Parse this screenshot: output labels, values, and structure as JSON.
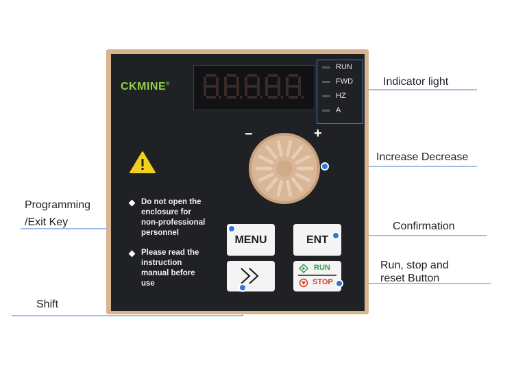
{
  "brand": {
    "name": "CKMINE",
    "mark": "®"
  },
  "display": {
    "digits": 5
  },
  "indicators": [
    "RUN",
    "FWD",
    "HZ",
    "A"
  ],
  "dial": {
    "minus": "−",
    "plus": "+"
  },
  "notes": [
    {
      "lines": [
        "Do not open the",
        "enclosure for",
        "non-professional",
        "personnel"
      ]
    },
    {
      "lines": [
        "Please read the",
        "instruction",
        "manual before",
        "use"
      ]
    }
  ],
  "keys": {
    "menu": "MENU",
    "ent": "ENT",
    "run": "RUN",
    "stop": "STOP"
  },
  "callouts": {
    "indicator": "Indicator light",
    "increase_decrease": "Increase Decrease",
    "programming_line1": "Programming",
    "programming_line2": "/Exit Key",
    "confirmation": "Confirmation",
    "runstop_line1": "Run, stop and",
    "runstop_line2": "reset Button",
    "shift": "Shift"
  },
  "colors": {
    "panel_frame": "#d9b48e",
    "panel_face": "#1f2124",
    "brand_green": "#8fd24a",
    "callout_blue": "#2f76db",
    "run_green": "#2e9e4a",
    "stop_red": "#d83a2c"
  }
}
